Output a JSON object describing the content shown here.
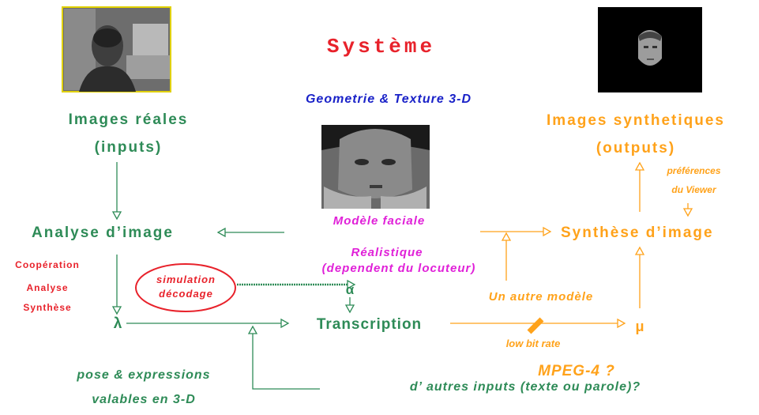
{
  "title": "Système",
  "center": {
    "geometry": "Geometrie & Texture 3-D",
    "model": "Modèle faciale",
    "realistic_1": "Réalistique",
    "realistic_2": "(dependent du locuteur)",
    "sim_1": "simulation",
    "sim_2": "décodage",
    "alpha": "α",
    "transcription": "Transcription",
    "low_bit_rate": "low bit rate",
    "mpeg": "MPEG-4 ?",
    "other_inputs": "d’ autres inputs (texte ou parole)?"
  },
  "left": {
    "images_1": "Images réales",
    "images_2": "(inputs)",
    "analyse": "Analyse d’image",
    "coop_1": "Coopération",
    "coop_2": "Analyse",
    "coop_3": "Synthèse",
    "lambda": "λ",
    "pose_1": "pose & expressions",
    "pose_2": "valables en 3-D"
  },
  "right": {
    "images_1": "Images synthetiques",
    "images_2": "(outputs)",
    "pref_1": "préférences",
    "pref_2": "du Viewer",
    "synthese": "Synthèse d’image",
    "autre_modele": "Un autre modèle",
    "mu": "μ"
  },
  "colors": {
    "green": "#2e8b57",
    "orange": "#ffa21a",
    "red": "#e8222b",
    "blue": "#1a22c8",
    "magenta": "#e020d8"
  }
}
